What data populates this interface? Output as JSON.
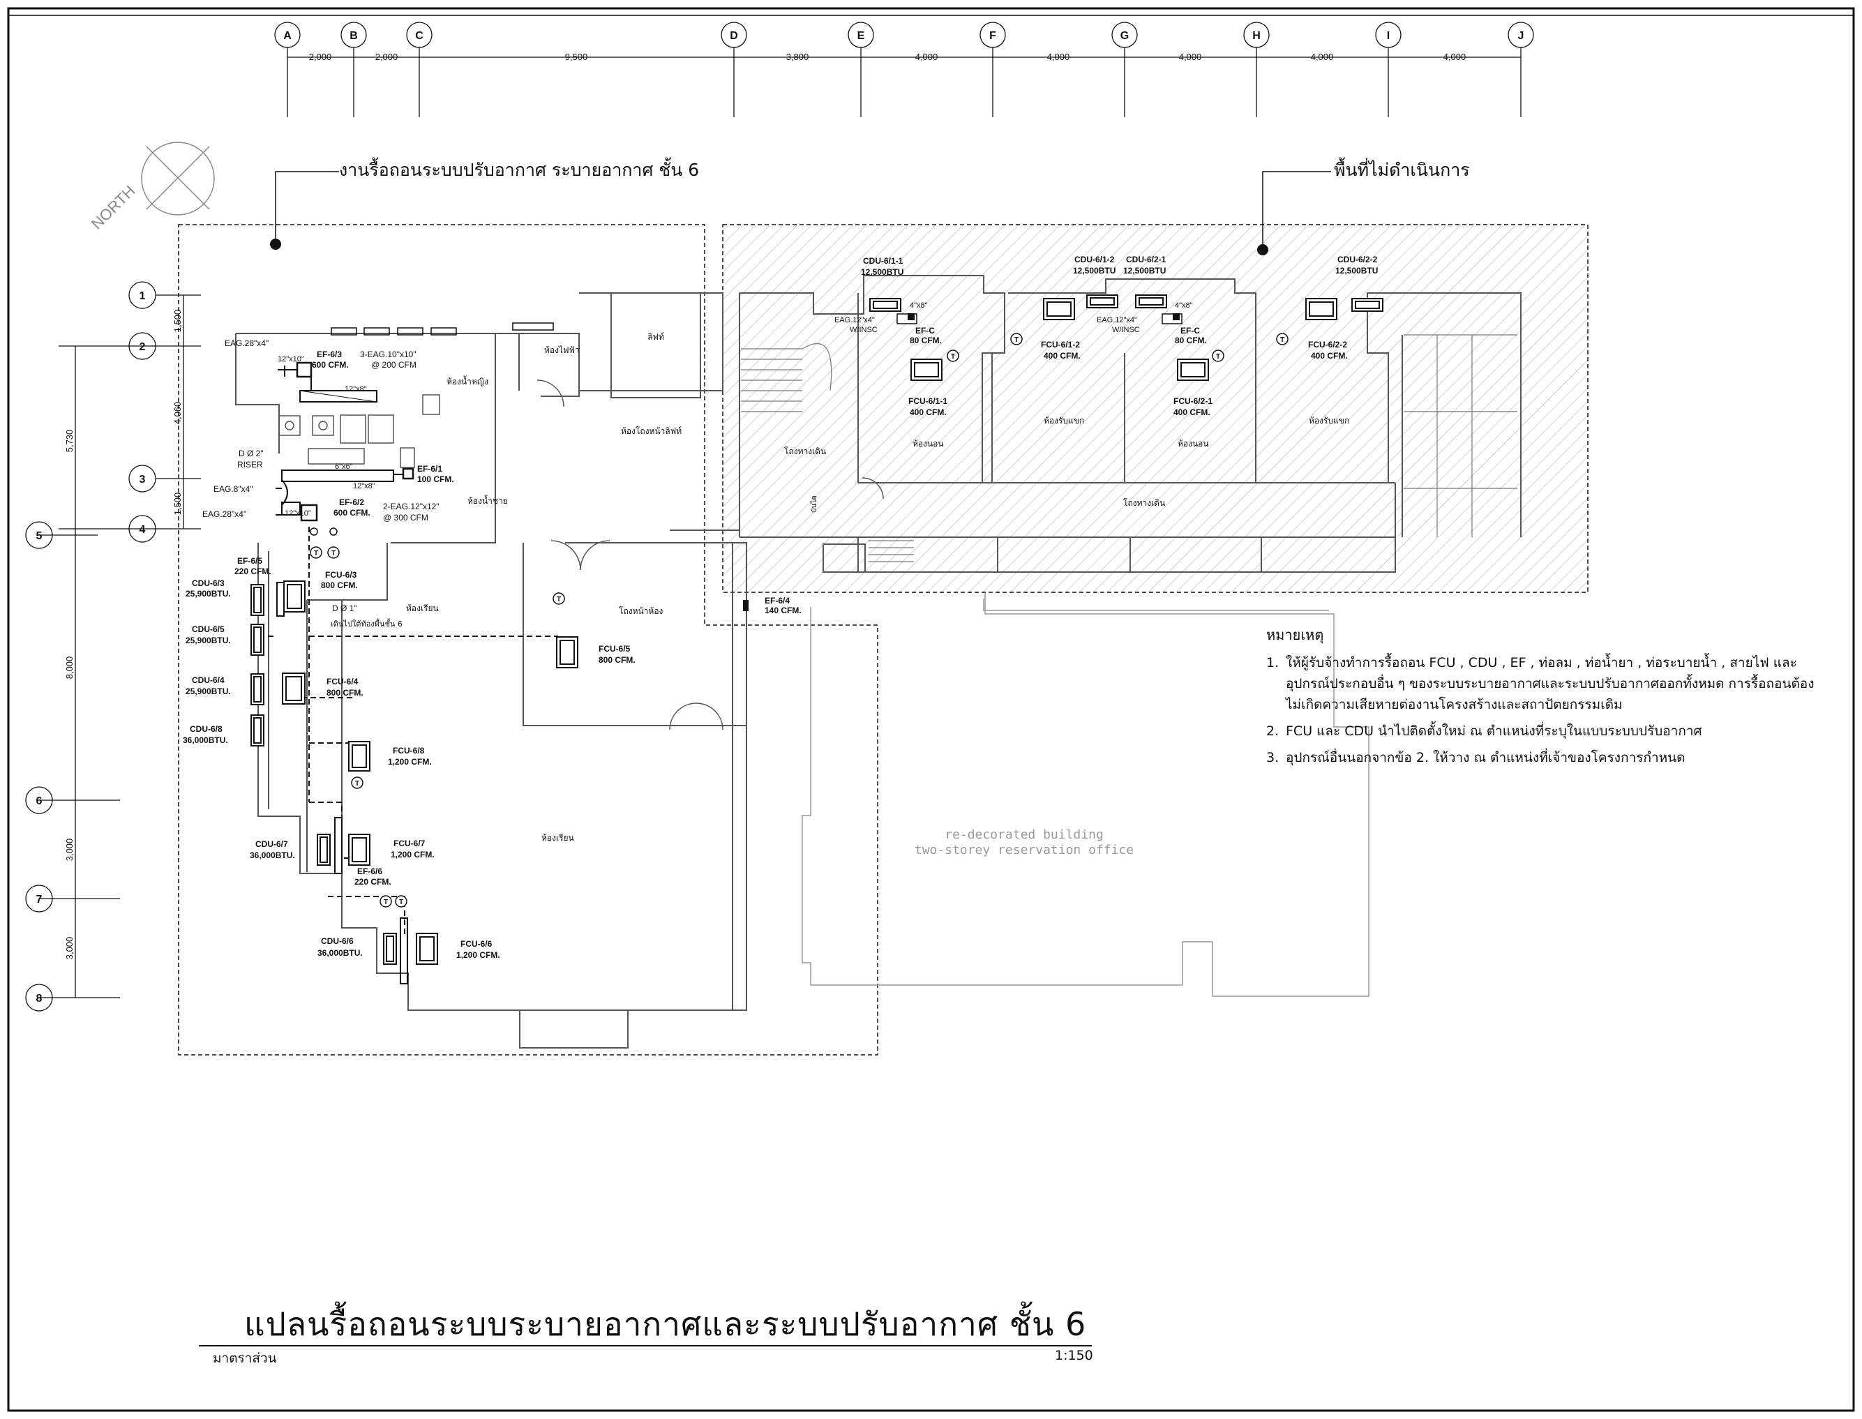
{
  "sheet": {
    "title": "แปลนรื้อถอนระบบระบายอากาศและระบบปรับอากาศ  ชั้น  6",
    "scale_label": "มาตราส่วน",
    "scale_value": "1:150",
    "north_label": "NORTH"
  },
  "grid": {
    "columns": [
      "A",
      "B",
      "C",
      "D",
      "E",
      "F",
      "G",
      "H",
      "I",
      "J"
    ],
    "column_spacings": [
      "2,000",
      "2,000",
      "9,500",
      "3,800",
      "4,000",
      "4,000",
      "4,000",
      "4,000",
      "4,000"
    ],
    "rows": [
      "1",
      "2",
      "3",
      "4",
      "5",
      "6",
      "7",
      "8"
    ],
    "row_dims": [
      "1,500",
      "4,060",
      "1,500",
      "5,730",
      "8,000",
      "3,000",
      "3,000"
    ]
  },
  "callouts": {
    "demolition_scope": "งานรื้อถอนระบบปรับอากาศ ระบายอากาศ ชั้น 6",
    "not_in_scope": "พื้นที่ไม่ดำเนินการ"
  },
  "rooms": {
    "lift": "ลิฟท์",
    "electrical_room": "ห้องไฟฟ้า",
    "female_wc": "ห้องน้ำหญิง",
    "lift_lobby": "ห้องโถงหน้าลิฟท์",
    "male_wc": "ห้องน้ำชาย",
    "corridor_left": "โถงทางเดิน",
    "classroom_1": "ห้องเรียน",
    "front_lobby": "โถงหน้าห้อง",
    "classroom_2": "ห้องเรียน",
    "bedroom_1": "ห้องนอน",
    "guest_room_1": "ห้องรับแขก",
    "bedroom_2": "ห้องนอน",
    "guest_room_2": "ห้องรับแขก",
    "corridor_right": "โถงทางเดิน",
    "stair_label": "บันได"
  },
  "equipment": {
    "ef63": {
      "tag": "EF-6/3",
      "cap": "600 CFM."
    },
    "eag_3": {
      "tag": "3-EAG.10\"x10\"",
      "cap": "@ 200 CFM"
    },
    "eag28_top": "EAG.28\"x4\"",
    "duct_12x10": "12\"x10\"",
    "duct_12x8_a": "12\"x8\"",
    "duct_6x6": "6\"x6\"",
    "duct_12x8_b": "12\"x8\"",
    "duct_12x10_b": "12\"x10\"",
    "riser": {
      "tag": "D Ø  2\"",
      "label": "RISER"
    },
    "ef61": {
      "tag": "EF-6/1",
      "cap": "100 CFM."
    },
    "eag8": "EAG.8\"x4\"",
    "eag28_low": "EAG.28\"x4\"",
    "ef62": {
      "tag": "EF-6/2",
      "cap": "600 CFM."
    },
    "eag_2": {
      "tag": "2-EAG.12\"x12\"",
      "cap": "@ 300 CFM"
    },
    "ef65": {
      "tag": "EF-6/5",
      "cap": "220 CFM."
    },
    "cdu63": {
      "tag": "CDU-6/3",
      "cap": "25,900BTU."
    },
    "fcu63": {
      "tag": "FCU-6/3",
      "cap": "800 CFM."
    },
    "drain": {
      "tag": "D Ø 1\"",
      "note": "เดินไปใต้ท้องพื้นชั้น 6"
    },
    "cdu65": {
      "tag": "CDU-6/5",
      "cap": "25,900BTU."
    },
    "fcu65": {
      "tag": "FCU-6/5",
      "cap": "800 CFM."
    },
    "cdu64": {
      "tag": "CDU-6/4",
      "cap": "25,900BTU."
    },
    "fcu64": {
      "tag": "FCU-6/4",
      "cap": "800 CFM."
    },
    "cdu68": {
      "tag": "CDU-6/8",
      "cap": "36,000BTU."
    },
    "fcu68": {
      "tag": "FCU-6/8",
      "cap": "1,200 CFM."
    },
    "cdu67": {
      "tag": "CDU-6/7",
      "cap": "36,000BTU."
    },
    "fcu67": {
      "tag": "FCU-6/7",
      "cap": "1,200 CFM."
    },
    "ef66": {
      "tag": "EF-6/6",
      "cap": "220 CFM."
    },
    "cdu66": {
      "tag": "CDU-6/6",
      "cap": "36,000BTU."
    },
    "fcu66": {
      "tag": "FCU-6/6",
      "cap": "1,200 CFM."
    },
    "ef64": {
      "tag": "EF-6/4",
      "cap": "140 CFM."
    },
    "cdu611": {
      "tag": "CDU-6/1-1",
      "cap": "12,500BTU"
    },
    "cdu612": {
      "tag": "CDU-6/1-2",
      "cap": "12,500BTU"
    },
    "cdu621": {
      "tag": "CDU-6/2-1",
      "cap": "12,500BTU"
    },
    "cdu622": {
      "tag": "CDU-6/2-2",
      "cap": "12,500BTU"
    },
    "eag12_a": {
      "tag": "EAG.12\"x4\"",
      "label": "W/INSC"
    },
    "eag12_b": {
      "tag": "EAG.12\"x4\"",
      "label": "W/INSC"
    },
    "efc_a": {
      "tag": "EF-C",
      "cap": "80 CFM."
    },
    "efc_b": {
      "tag": "EF-C",
      "cap": "80 CFM."
    },
    "duct4x8_a": "4\"x8\"",
    "duct4x8_b": "4\"x8\"",
    "fcu611": {
      "tag": "FCU-6/1-1",
      "cap": "400 CFM."
    },
    "fcu612": {
      "tag": "FCU-6/1-2",
      "cap": "400 CFM."
    },
    "fcu621": {
      "tag": "FCU-6/2-1",
      "cap": "400 CFM."
    },
    "fcu622": {
      "tag": "FCU-6/2-2",
      "cap": "400 CFM."
    },
    "thermostat": "T"
  },
  "background_building": {
    "line1": "re-decorated building",
    "line2": "two-storey reservation office"
  },
  "notes": {
    "heading": "หมายเหตุ",
    "items": [
      {
        "num": "1.",
        "text": "ให้ผู้รับจ้างทำการรื้อถอน FCU , CDU , EF , ท่อลม , ท่อน้ำยา , ท่อระบายน้ำ , สายไฟ และอุปกรณ์ประกอบอื่น ๆ ของระบบระบายอากาศและระบบปรับอากาศออกทั้งหมด การรื้อถอนต้องไม่เกิดความเสียหายต่องานโครงสร้างและสถาปัตยกรรมเดิม"
      },
      {
        "num": "2.",
        "text": "FCU และ CDU นำไปติดตั้งใหม่ ณ ตำแหน่งที่ระบุในแบบระบบปรับอากาศ"
      },
      {
        "num": "3.",
        "text": "อุปกรณ์อื่นนอกจากข้อ 2. ให้วาง ณ ตำแหน่งที่เจ้าของโครงการกำหนด"
      }
    ]
  }
}
